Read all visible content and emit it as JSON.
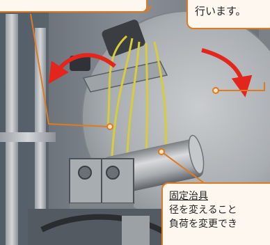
{
  "callouts": {
    "top_right": {
      "text": "行います。"
    },
    "bottom": {
      "title": "固定治具",
      "line1": "径を変えること",
      "line2": "負荷を変更でき"
    }
  },
  "colors": {
    "callout_border": "#e07a1f",
    "callout_fill": "#fdf7ef",
    "arrow_red": "#e4251b",
    "cable_yellow": "#d9cc3a"
  }
}
